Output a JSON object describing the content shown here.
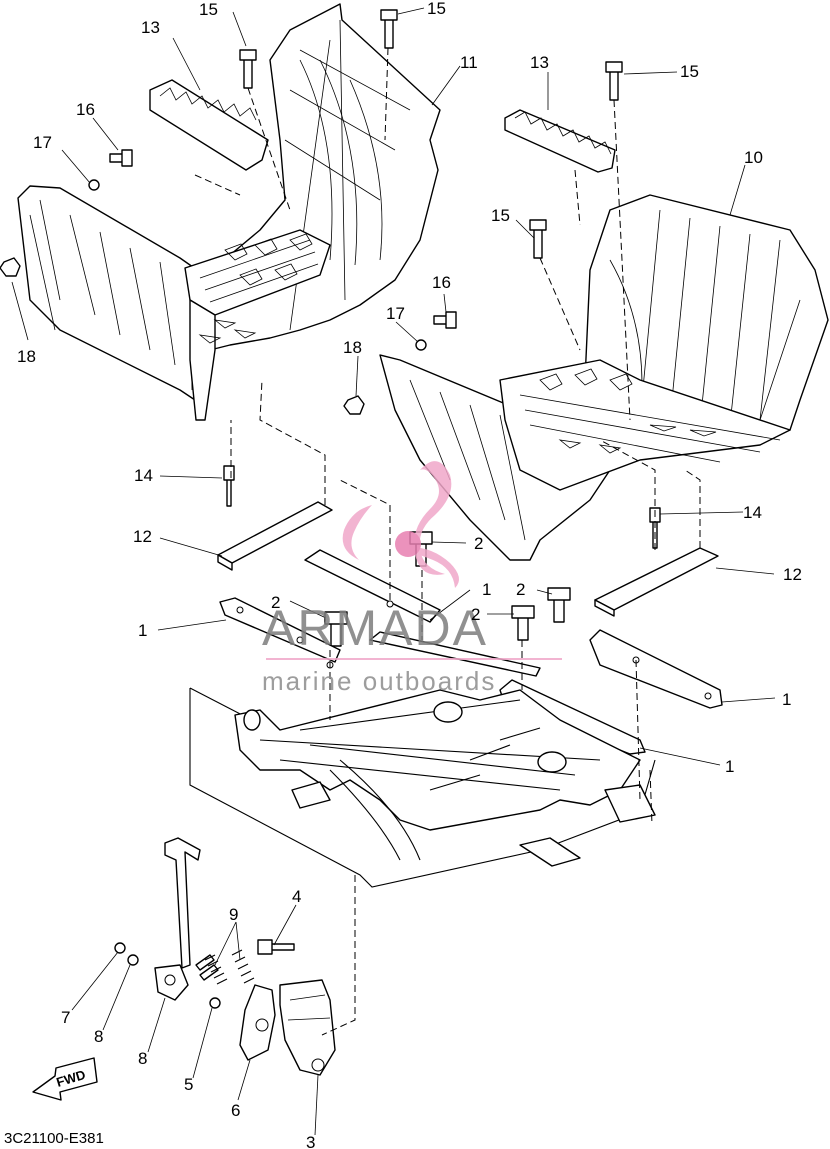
{
  "diagram": {
    "drawing_code": "3C21100-E381",
    "fwd_label": "FWD",
    "watermark": {
      "brand": "ARMADA",
      "tagline": "marine outboards"
    },
    "callouts": [
      {
        "id": "c15a",
        "text": "15"
      },
      {
        "id": "c15b",
        "text": "15"
      },
      {
        "id": "c15c",
        "text": "15"
      },
      {
        "id": "c15d",
        "text": "15"
      },
      {
        "id": "c13a",
        "text": "13"
      },
      {
        "id": "c13b",
        "text": "13"
      },
      {
        "id": "c11",
        "text": "11"
      },
      {
        "id": "c10",
        "text": "10"
      },
      {
        "id": "c16a",
        "text": "16"
      },
      {
        "id": "c16b",
        "text": "16"
      },
      {
        "id": "c17a",
        "text": "17"
      },
      {
        "id": "c17b",
        "text": "17"
      },
      {
        "id": "c18a",
        "text": "18"
      },
      {
        "id": "c18b",
        "text": "18"
      },
      {
        "id": "c14a",
        "text": "14"
      },
      {
        "id": "c14b",
        "text": "14"
      },
      {
        "id": "c12a",
        "text": "12"
      },
      {
        "id": "c12b",
        "text": "12"
      },
      {
        "id": "c2a",
        "text": "2"
      },
      {
        "id": "c2b",
        "text": "2"
      },
      {
        "id": "c2c",
        "text": "2"
      },
      {
        "id": "c2d",
        "text": "2"
      },
      {
        "id": "c1a",
        "text": "1"
      },
      {
        "id": "c1b",
        "text": "1"
      },
      {
        "id": "c1c",
        "text": "1"
      },
      {
        "id": "c1d",
        "text": "1"
      },
      {
        "id": "c9",
        "text": "9"
      },
      {
        "id": "c4",
        "text": "4"
      },
      {
        "id": "c7",
        "text": "7"
      },
      {
        "id": "c8a",
        "text": "8"
      },
      {
        "id": "c8b",
        "text": "8"
      },
      {
        "id": "c5",
        "text": "5"
      },
      {
        "id": "c6",
        "text": "6"
      },
      {
        "id": "c3",
        "text": "3"
      }
    ]
  }
}
